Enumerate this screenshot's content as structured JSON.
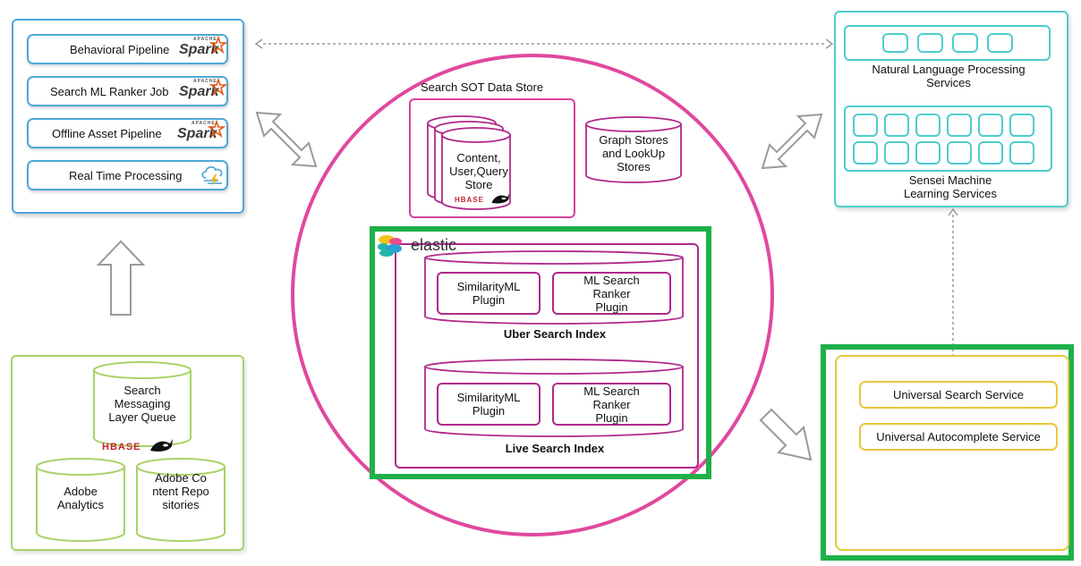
{
  "pipelines": {
    "items": [
      {
        "label": "Behavioral Pipeline",
        "logo": "spark-logo"
      },
      {
        "label": "Search ML Ranker Job",
        "logo": "spark-logo"
      },
      {
        "label": "Offline Asset Pipeline",
        "logo": "spark-logo"
      },
      {
        "label": "Real Time Processing",
        "logo": "cloud-stream-icon"
      }
    ],
    "spark_word": "Spark",
    "apache_word": "APACHE"
  },
  "sources": {
    "queue": "Search Messaging Layer Queue",
    "analytics": "Adobe Analytics",
    "repositories": "Adobe Content Repositories",
    "hbase_word": "HBASE"
  },
  "sot": {
    "title": "Search SOT Data Store",
    "store": "Content, User,Query Store",
    "graph": "Graph Stores and LookUp Stores",
    "hbase_word": "HBASE"
  },
  "elastic": {
    "logo_text": "elastic",
    "uber": {
      "plugin1": "SimilarityML Plugin",
      "plugin2": "ML Search Ranker Plugin",
      "label": "Uber Search Index"
    },
    "live": {
      "plugin1": "SimilarityML Plugin",
      "plugin2": "ML Search Ranker Plugin",
      "label": "Live Search Index"
    }
  },
  "services": {
    "nlp": "Natural Language Processing Services",
    "nlp_cells": 4,
    "sensei": "Sensei Machine Learning Services",
    "sensei_cells": 12,
    "universal_search": "Universal Search Service",
    "universal_autocomplete": "Universal Autocomplete Service"
  },
  "colors": {
    "blue": "#4fa8d8",
    "teal": "#4ecccc",
    "olive": "#a8d266",
    "pink": "#d6419b",
    "green": "#1fb04a",
    "yellow": "#e8c83c",
    "spark_orange": "#e25a1c"
  }
}
